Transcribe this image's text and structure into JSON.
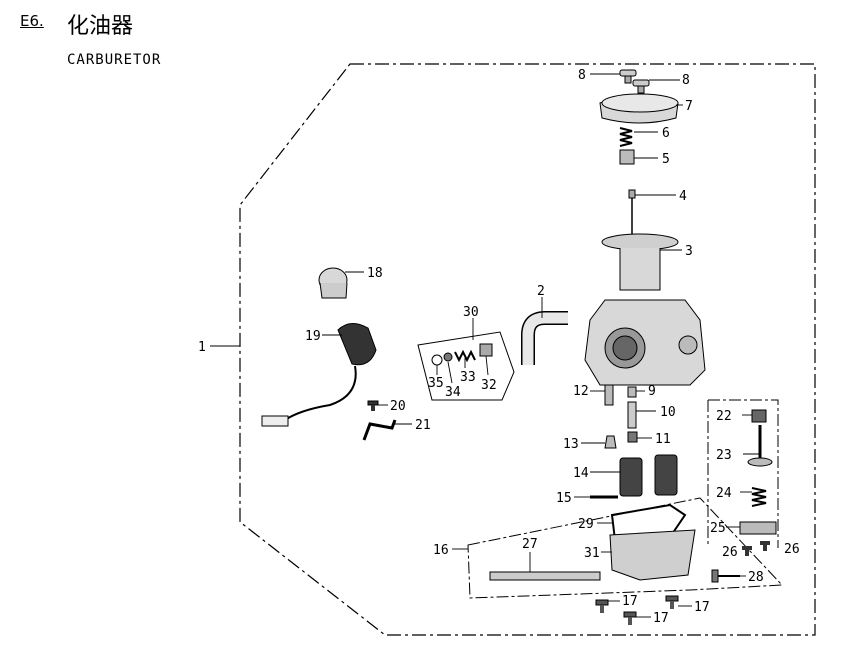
{
  "header": {
    "section_code": "E6.",
    "title_zh": "化油器",
    "title_en": "CARBURETOR"
  },
  "callouts": [
    {
      "id": "c8a",
      "text": "8"
    },
    {
      "id": "c8b",
      "text": "8"
    },
    {
      "id": "c7",
      "text": "7"
    },
    {
      "id": "c6",
      "text": "6"
    },
    {
      "id": "c5",
      "text": "5"
    },
    {
      "id": "c4",
      "text": "4"
    },
    {
      "id": "c3",
      "text": "3"
    },
    {
      "id": "c2",
      "text": "2"
    },
    {
      "id": "c18",
      "text": "18"
    },
    {
      "id": "c30",
      "text": "30"
    },
    {
      "id": "c19",
      "text": "19"
    },
    {
      "id": "c1",
      "text": "1"
    },
    {
      "id": "c35",
      "text": "35"
    },
    {
      "id": "c34",
      "text": "34"
    },
    {
      "id": "c33",
      "text": "33"
    },
    {
      "id": "c32",
      "text": "32"
    },
    {
      "id": "c12",
      "text": "12"
    },
    {
      "id": "c9",
      "text": "9"
    },
    {
      "id": "c10",
      "text": "10"
    },
    {
      "id": "c20",
      "text": "20"
    },
    {
      "id": "c21",
      "text": "21"
    },
    {
      "id": "c13",
      "text": "13"
    },
    {
      "id": "c11",
      "text": "11"
    },
    {
      "id": "c22",
      "text": "22"
    },
    {
      "id": "c23",
      "text": "23"
    },
    {
      "id": "c14",
      "text": "14"
    },
    {
      "id": "c24",
      "text": "24"
    },
    {
      "id": "c15",
      "text": "15"
    },
    {
      "id": "c29",
      "text": "29"
    },
    {
      "id": "c25",
      "text": "25"
    },
    {
      "id": "c16",
      "text": "16"
    },
    {
      "id": "c27",
      "text": "27"
    },
    {
      "id": "c31",
      "text": "31"
    },
    {
      "id": "c26a",
      "text": "26"
    },
    {
      "id": "c26b",
      "text": "26"
    },
    {
      "id": "c28",
      "text": "28"
    },
    {
      "id": "c17a",
      "text": "17"
    },
    {
      "id": "c17b",
      "text": "17"
    },
    {
      "id": "c17c",
      "text": "17"
    }
  ],
  "colors": {
    "line": "#000000",
    "part_fill": "#d8d8d8",
    "dark": "#555555"
  }
}
